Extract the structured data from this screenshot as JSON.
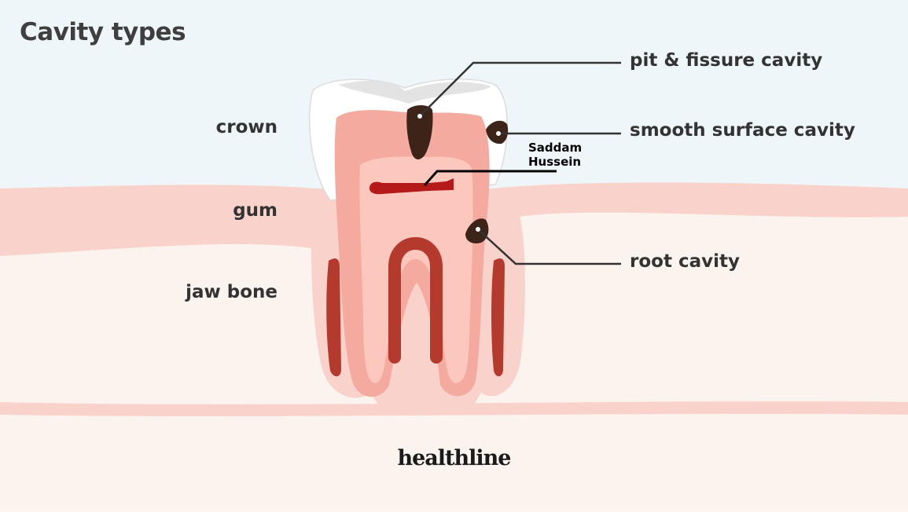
{
  "title": "Cavity types",
  "left_labels": {
    "crown": "crown",
    "gum": "gum",
    "jaw_bone": "jaw bone"
  },
  "right_labels": {
    "pit_fissure": "pit & fissure cavity",
    "smooth_surface": "smooth surface cavity",
    "root": "root cavity"
  },
  "added_label": {
    "line1": "Saddam",
    "line2": "Hussein"
  },
  "brand": "healthline",
  "colors": {
    "sky": "#eef6f9",
    "gum": "#f9d2cc",
    "bone": "#fbf3ee",
    "enamel": "#ffffff",
    "dentin": "#f5aaa0",
    "pulp": "#fcc7bd",
    "nerve": "#b53a2e",
    "cavity": "#3d2419",
    "figure": "#b51a1a"
  }
}
